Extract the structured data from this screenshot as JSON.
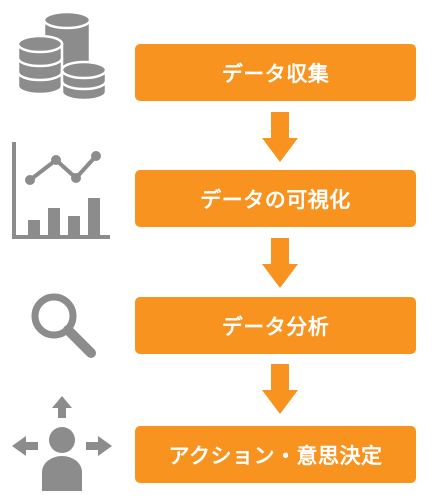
{
  "colors": {
    "accent": "#F7931E",
    "icon": "#8C8C8C"
  },
  "steps": [
    {
      "label": "データ収集",
      "icon": "database-icon"
    },
    {
      "label": "データの可視化",
      "icon": "chart-icon"
    },
    {
      "label": "データ分析",
      "icon": "magnifier-icon"
    },
    {
      "label": "アクション・意思決定",
      "icon": "person-directions-icon"
    }
  ]
}
